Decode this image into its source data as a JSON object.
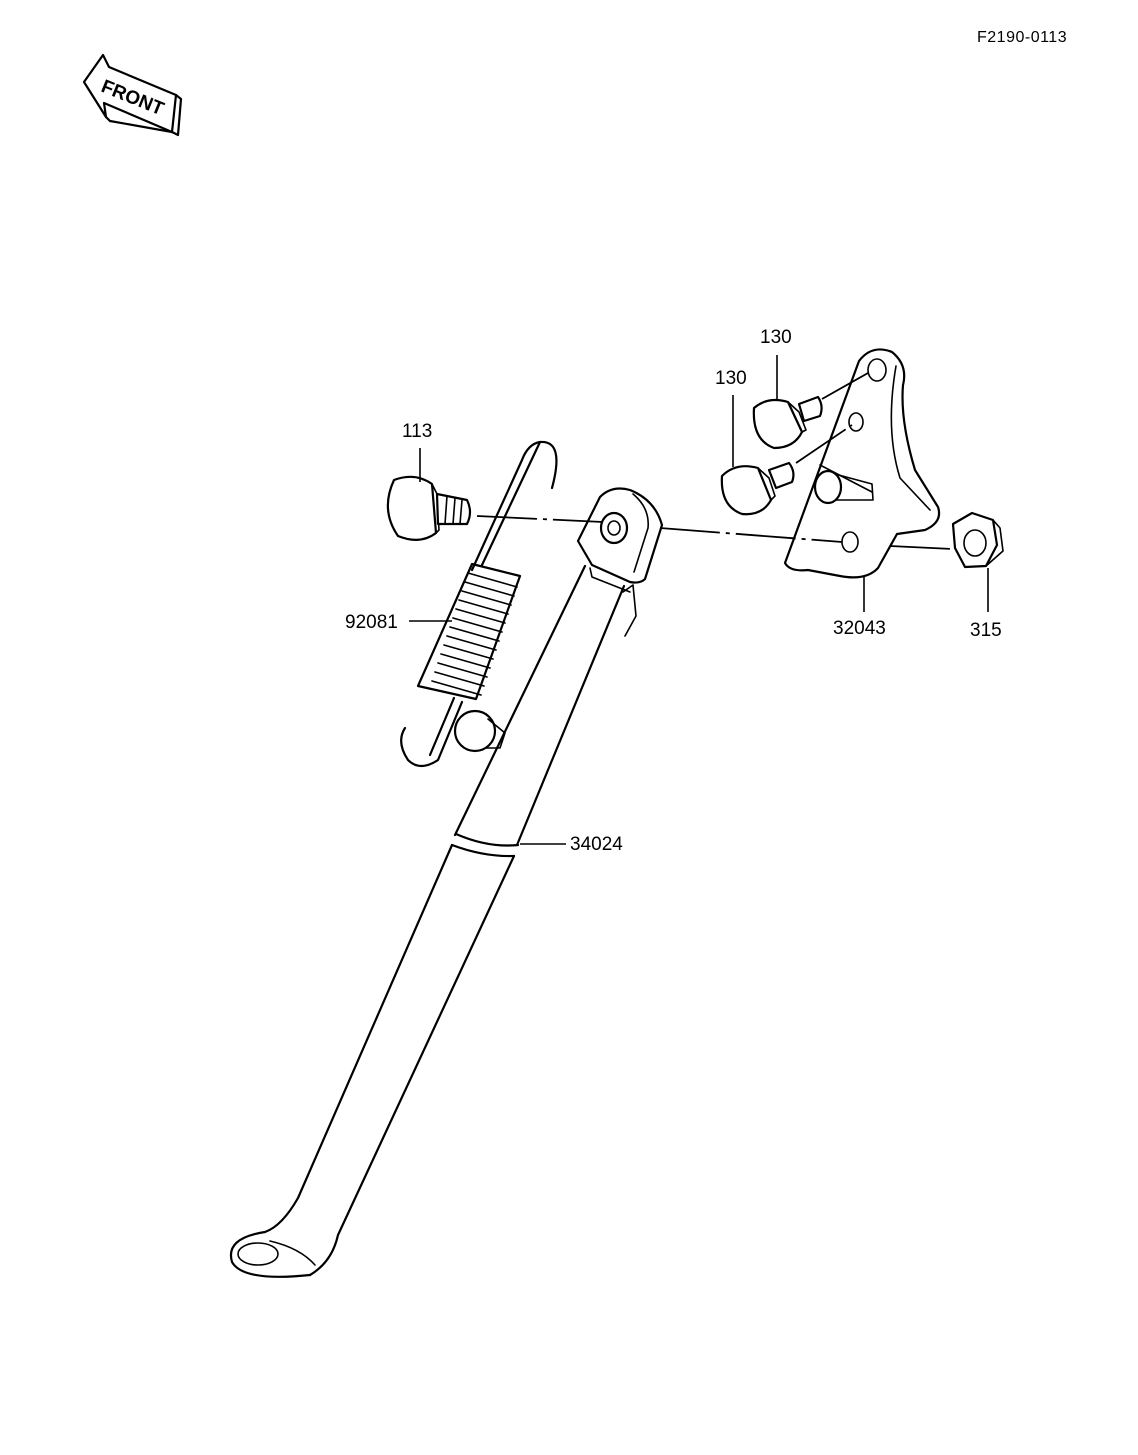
{
  "diagram": {
    "reference_code": "F2190-0113",
    "front_label": "FRONT",
    "parts": [
      {
        "id": "sidestand",
        "number": "34024"
      },
      {
        "id": "spring",
        "number": "92081"
      },
      {
        "id": "pivot-bolt",
        "number": "113"
      },
      {
        "id": "bracket",
        "number": "32043"
      },
      {
        "id": "bracket-bolt-upper",
        "number": "130"
      },
      {
        "id": "bracket-bolt-lower",
        "number": "130"
      },
      {
        "id": "nut",
        "number": "315"
      }
    ]
  }
}
